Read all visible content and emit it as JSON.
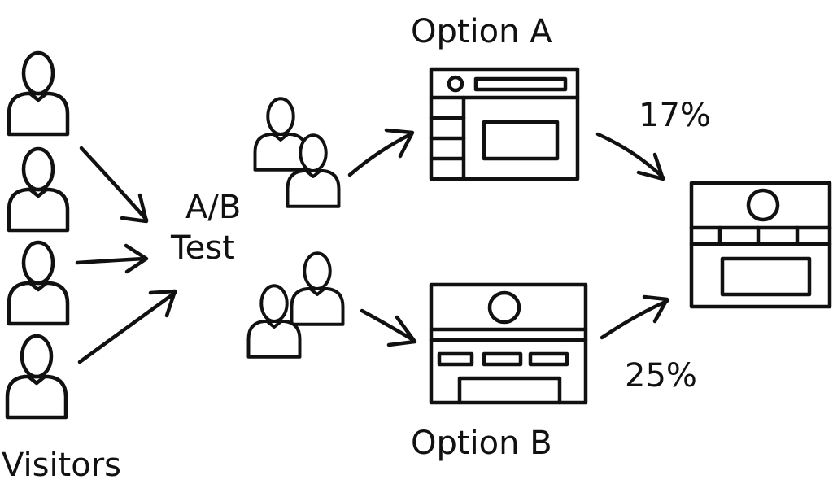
{
  "title_option_a": "Option A",
  "title_option_b": "Option B",
  "test_label_line1": "A/B",
  "test_label_line2": "Test",
  "visitors_label": "Visitors",
  "rate_a": "17%",
  "rate_b": "25%",
  "colors": {
    "ink": "#111111",
    "background": "#ffffff"
  }
}
